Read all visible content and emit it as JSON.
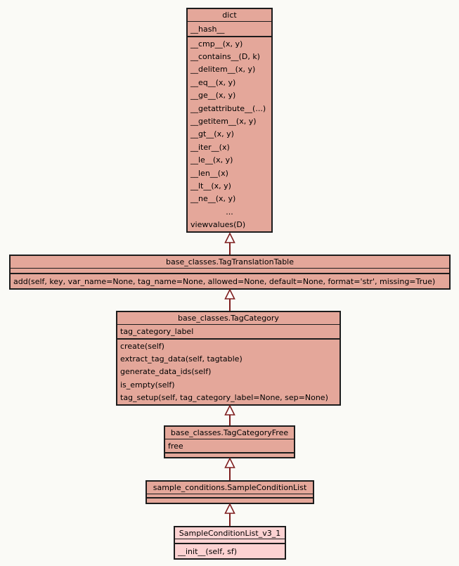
{
  "diagram": {
    "type": "uml-class-inheritance",
    "colors": {
      "background": "#fafaf6",
      "class_fill": "#e4a79a",
      "highlight_fill": "#fcd2d2",
      "border": "#1c1c1c",
      "arrow": "#7e1e1e"
    }
  },
  "classes": [
    {
      "name": "dict",
      "title": "dict",
      "attributes": [
        "__hash__"
      ],
      "methods": [
        "__cmp__(x, y)",
        "__contains__(D, k)",
        "__delitem__(x, y)",
        "__eq__(x, y)",
        "__ge__(x, y)",
        "__getattribute__(...)",
        "__getitem__(x, y)",
        "__gt__(x, y)",
        "__iter__(x)",
        "__le__(x, y)",
        "__len__(x)",
        "__lt__(x, y)",
        "__ne__(x, y)",
        "...",
        "viewvalues(D)"
      ]
    },
    {
      "name": "TagTranslationTable",
      "title": "base_classes.TagTranslationTable",
      "attributes": [],
      "methods": [
        "add(self, key, var_name=None, tag_name=None, allowed=None, default=None, format='str', missing=True)"
      ]
    },
    {
      "name": "TagCategory",
      "title": "base_classes.TagCategory",
      "attributes": [
        "tag_category_label"
      ],
      "methods": [
        "create(self)",
        "extract_tag_data(self, tagtable)",
        "generate_data_ids(self)",
        "is_empty(self)",
        "tag_setup(self, tag_category_label=None, sep=None)"
      ]
    },
    {
      "name": "TagCategoryFree",
      "title": "base_classes.TagCategoryFree",
      "attributes": [
        "free"
      ],
      "methods": []
    },
    {
      "name": "SampleConditionList",
      "title": "sample_conditions.SampleConditionList",
      "attributes": [],
      "methods": []
    },
    {
      "name": "SampleConditionList_v3_1",
      "title": "SampleConditionList_v3_1",
      "attributes": [],
      "methods": [
        "__init__(self, sf)"
      ],
      "highlighted": true
    }
  ],
  "inheritance": [
    {
      "from": "base_classes.TagTranslationTable",
      "to": "dict"
    },
    {
      "from": "base_classes.TagCategory",
      "to": "base_classes.TagTranslationTable"
    },
    {
      "from": "base_classes.TagCategoryFree",
      "to": "base_classes.TagCategory"
    },
    {
      "from": "sample_conditions.SampleConditionList",
      "to": "base_classes.TagCategoryFree"
    },
    {
      "from": "SampleConditionList_v3_1",
      "to": "sample_conditions.SampleConditionList"
    }
  ]
}
